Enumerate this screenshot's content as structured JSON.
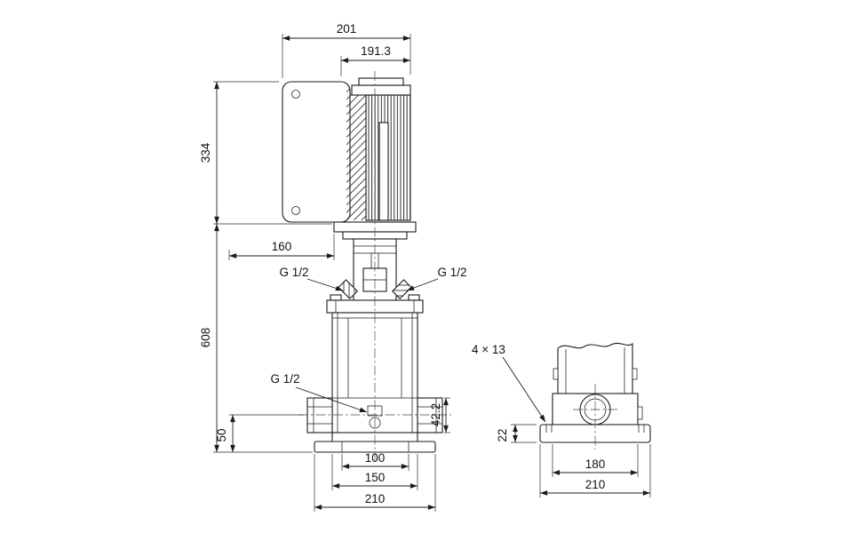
{
  "diagram": {
    "type": "technical-dimension-drawing",
    "subject": "vertical-multistage-pump-with-motor",
    "views": {
      "main": {
        "dims": {
          "motor_total_width": "201",
          "motor_fin_width": "191.3",
          "motor_height": "334",
          "head_width": "160",
          "pump_height": "608",
          "port_thread_left": "G 1/2",
          "port_thread_right": "G 1/2",
          "drain_thread": "G 1/2",
          "port_center_height": "50",
          "port_flange": "42.2",
          "base_bolt_span": "100",
          "base_mid_span": "150",
          "base_width": "210"
        }
      },
      "foot": {
        "dims": {
          "bolt_holes": "4 × 13",
          "plate_thickness": "22",
          "foot_inner_width": "180",
          "foot_outer_width": "210"
        }
      }
    }
  }
}
